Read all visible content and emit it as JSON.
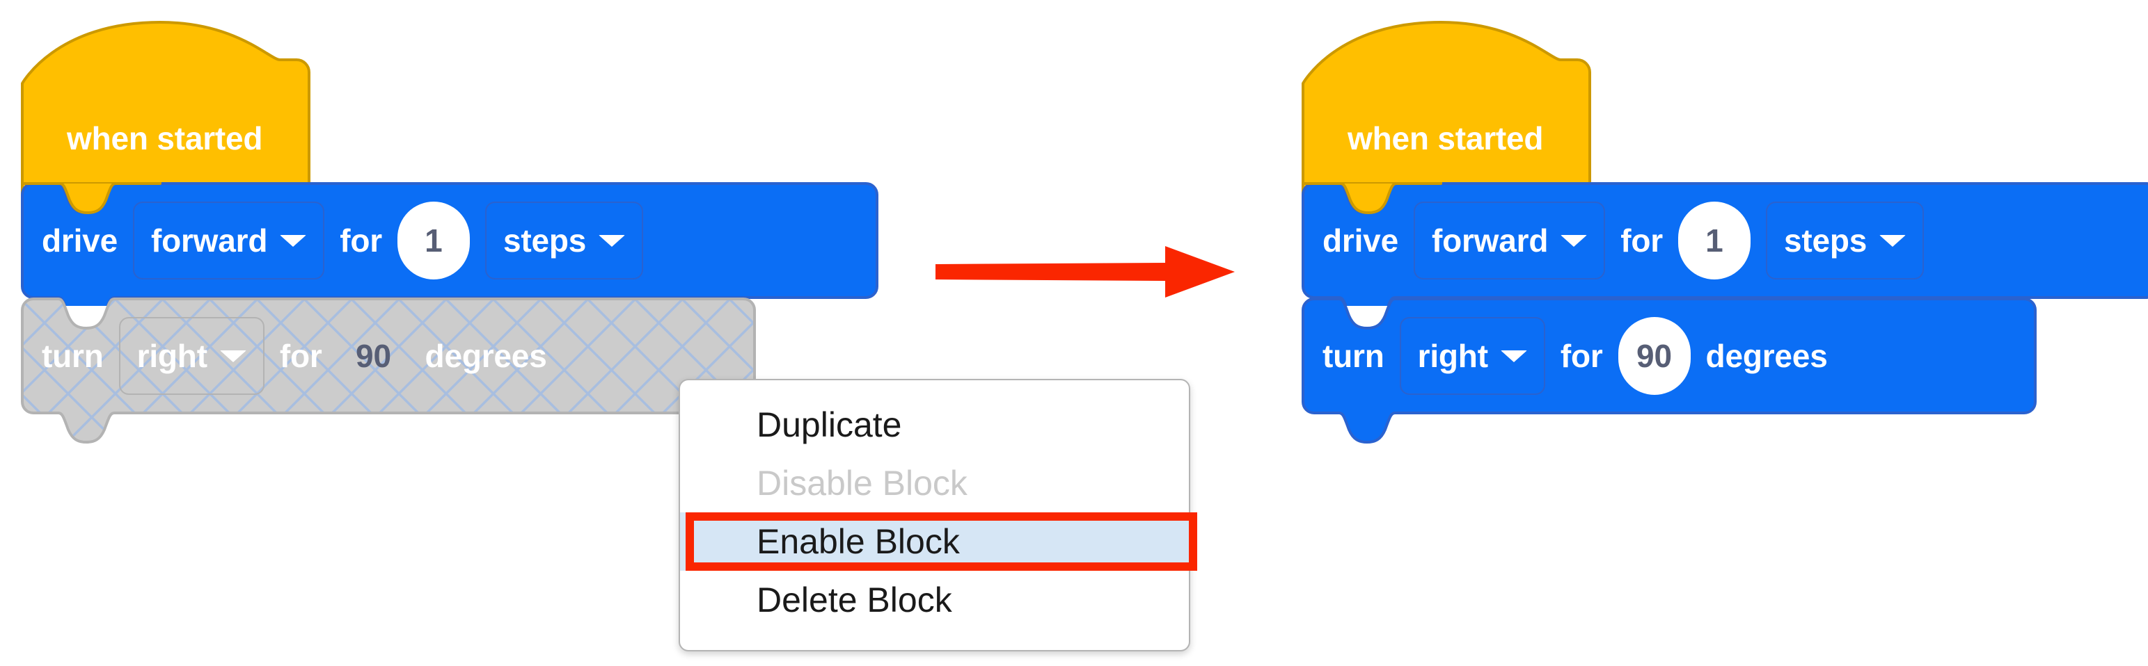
{
  "theme": {
    "hat_fill": "#FFBF00",
    "hat_stroke": "#CC9900",
    "block_fill": "#0B6EF5",
    "block_stroke": "#2A62CF",
    "disabled_fill": "#CCCCCC",
    "disabled_hatch": "#A8BEE0",
    "disabled_stroke": "#B3B3B3",
    "text_on_block": "#FFFFFF",
    "number_text": "#575E75",
    "annotation_red": "#FA2600",
    "menu_highlight_bg": "#D6E6F5",
    "menu_bg": "#FFFFFF",
    "menu_border": "#B4B4B4",
    "menu_text": "#1A1A1A",
    "menu_text_disabled": "#C9C9C9"
  },
  "before": {
    "label": "before-state",
    "hat_block": {
      "label": "when started"
    },
    "drive_block": {
      "prefix": "drive",
      "direction": "forward",
      "mid": "for",
      "amount": "1",
      "units": "steps",
      "direction_caret": "chevron-down-icon",
      "units_caret": "chevron-down-icon"
    },
    "turn_block": {
      "state": "disabled",
      "prefix": "turn",
      "direction": "right",
      "mid": "for",
      "amount": "90",
      "units": "degrees",
      "direction_caret": "chevron-down-icon"
    }
  },
  "after": {
    "label": "after-state",
    "hat_block": {
      "label": "when started"
    },
    "drive_block": {
      "prefix": "drive",
      "direction": "forward",
      "mid": "for",
      "amount": "1",
      "units": "steps",
      "direction_caret": "chevron-down-icon",
      "units_caret": "chevron-down-icon"
    },
    "turn_block": {
      "state": "enabled",
      "prefix": "turn",
      "direction": "right",
      "mid": "for",
      "amount": "90",
      "units": "degrees",
      "direction_caret": "chevron-down-icon"
    }
  },
  "annotation": {
    "arrow": "right-arrow-icon",
    "arrow_color": "#FA2600",
    "highlight_box_color": "#FA2600"
  },
  "context_menu": {
    "items": [
      {
        "label": "Duplicate",
        "state": "normal"
      },
      {
        "label": "Disable Block",
        "state": "disabled"
      },
      {
        "label": "Enable Block",
        "state": "highlighted"
      },
      {
        "label": "Delete Block",
        "state": "normal"
      }
    ]
  }
}
